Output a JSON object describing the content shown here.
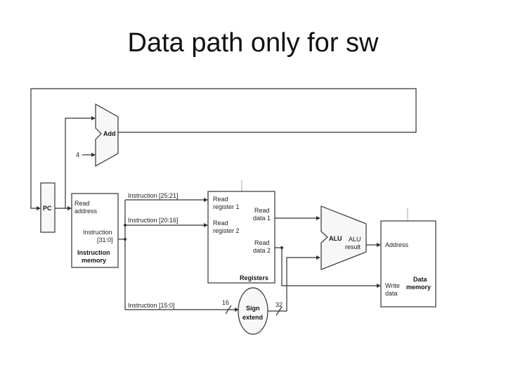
{
  "title": "Data path only for sw",
  "add": {
    "label": "Add",
    "const": "4"
  },
  "pc": {
    "label": "PC"
  },
  "imem": {
    "read_line1": "Read",
    "read_line2": "address",
    "instr_line1": "Instruction",
    "instr_line2": "[31:0]",
    "name_line1": "Instruction",
    "name_line2": "memory"
  },
  "instr_fields": {
    "rs": "Instruction [25:21]",
    "rt": "Instruction [20:16]",
    "imm": "Instruction [15:0]"
  },
  "registers": {
    "rr1_line1": "Read",
    "rr1_line2": "register 1",
    "rr2_line1": "Read",
    "rr2_line2": "register 2",
    "rd1_line1": "Read",
    "rd1_line2": "data 1",
    "rd2_line1": "Read",
    "rd2_line2": "data 2",
    "name": "Registers"
  },
  "alu": {
    "name": "ALU",
    "result_line1": "ALU",
    "result_line2": "result"
  },
  "dmem": {
    "address": "Address",
    "write_line1": "Write",
    "write_line2": "data",
    "name_line1": "Data",
    "name_line2": "memory"
  },
  "sign_extend": {
    "line1": "Sign",
    "line2": "extend",
    "in_bits": "16",
    "out_bits": "32"
  }
}
